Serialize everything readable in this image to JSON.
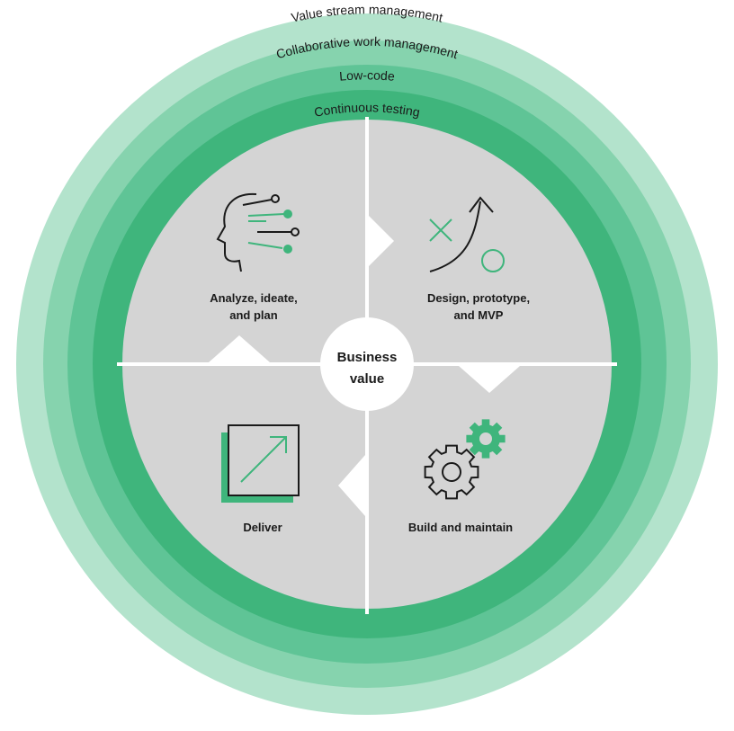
{
  "rings": [
    {
      "label": "Value stream management",
      "color": "#b3e3cc"
    },
    {
      "label": "Collaborative work management",
      "color": "#86d3ae"
    },
    {
      "label": "Low-code",
      "color": "#5fc496"
    },
    {
      "label": "Continuous testing",
      "color": "#3fb57c"
    }
  ],
  "center": {
    "line1": "Business",
    "line2": "value"
  },
  "quadrants": {
    "top_left": {
      "line1": "Analyze, ideate,",
      "line2": "and plan",
      "icon": "head-ideas-icon"
    },
    "top_right": {
      "line1": "Design, prototype,",
      "line2": "and MVP",
      "icon": "strategy-play-icon"
    },
    "bottom_left": {
      "line1": "Deliver",
      "icon": "deliver-arrow-icon"
    },
    "bottom_right": {
      "line1": "Build and maintain",
      "icon": "gears-icon"
    }
  },
  "colors": {
    "quadrant_fill": "#d4d4d4",
    "accent": "#3fb57c",
    "icon_stroke": "#1a1a1a",
    "divider": "#ffffff"
  }
}
